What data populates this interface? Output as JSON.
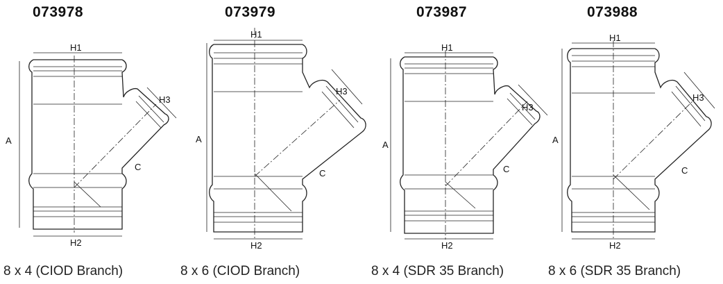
{
  "fittings": [
    {
      "part_number": "073978",
      "caption": "8 x 4 (CIOD Branch)",
      "labels": {
        "h1": "H1",
        "h2": "H2",
        "h3": "H3",
        "a": "A",
        "c": "C"
      }
    },
    {
      "part_number": "073979",
      "caption": "8 x 6 (CIOD Branch)",
      "labels": {
        "h1": "H1",
        "h2": "H2",
        "h3": "H3",
        "a": "A",
        "c": "C"
      }
    },
    {
      "part_number": "073987",
      "caption": "8 x 4 (SDR 35 Branch)",
      "labels": {
        "h1": "H1",
        "h2": "H2",
        "h3": "H3",
        "a": "A",
        "c": "C"
      }
    },
    {
      "part_number": "073988",
      "caption": "8 x 6 (SDR 35 Branch)",
      "labels": {
        "h1": "H1",
        "h2": "H2",
        "h3": "H3",
        "a": "A",
        "c": "C"
      }
    }
  ]
}
